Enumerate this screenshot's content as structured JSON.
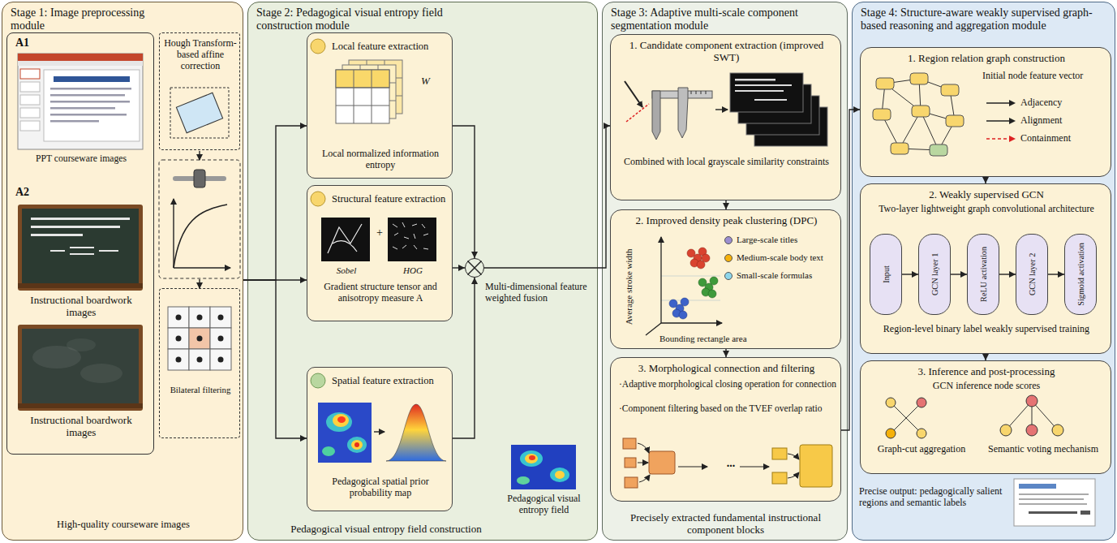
{
  "diagram": {
    "nodes": [
      {
        "text": [
          "Stage 1: Image preprocessing module",
          "High-quality courseware images"
        ]
      },
      {
        "text": [
          "A1",
          "PPT courseware images",
          "A2",
          "Instructional boardwork images",
          "Instructional boardwork images"
        ],
        "in": 0
      },
      {
        "text": [
          "Hough Transform-based affine correction"
        ],
        "in": 0
      },
      {
        "text": [
          "Bilateral filtering"
        ],
        "in": 0
      },
      {
        "text": [
          "Stage 2: Pedagogical visual entropy field construction module",
          "Pedagogical visual entropy field construction"
        ]
      },
      {
        "text": [
          "Local feature extraction",
          "W",
          "Local normalized information entropy"
        ],
        "in": 4
      },
      {
        "text": [
          "Structural feature extraction",
          "Sobel",
          "+",
          "HOG",
          "Gradient structure tensor and anisotropy measure A"
        ],
        "in": 4
      },
      {
        "text": [
          "Spatial feature extraction",
          "Pedagogical spatial prior probability map"
        ],
        "in": 4
      },
      {
        "text": [
          "Multi-dimensional feature weighted fusion"
        ],
        "in": 4
      },
      {
        "text": [
          "Stage 3: Adaptive multi-scale component segmentation module",
          "Precisely extracted fundamental instructional component blocks"
        ]
      },
      {
        "text": [
          "1. Candidate component extraction (improved SWT)",
          "Combined with local grayscale similarity constraints"
        ],
        "in": 9
      },
      {
        "text": [
          "2. Improved density peak clustering (DPC)",
          "Average stroke width",
          "Bounding rectangle area"
        ],
        "in": 9
      },
      {
        "text": [
          "3. Morphological connection and filtering",
          "·Adaptive morphological closing operation for connection",
          "·Component filtering based on the TVEF overlap ratio",
          "..."
        ],
        "in": 9
      },
      {
        "text": [
          "Stage 4: Structure-aware weakly supervised graph-based reasoning and aggregation module",
          "Precise output: pedagogically salient regions and semantic labels"
        ]
      },
      {
        "text": [
          "1. Region relation graph construction",
          "Initial node feature vector"
        ],
        "in": 13
      },
      {
        "text": [
          "2. Weakly supervised GCN",
          "Two-layer lightweight graph convolutional architecture",
          "Region-level binary label weakly supervised training"
        ],
        "in": 13
      },
      {
        "text": [
          "Input"
        ],
        "in": 15
      },
      {
        "text": [
          "GCN layer 1"
        ],
        "in": 15
      },
      {
        "text": [
          "ReLU activation"
        ],
        "in": 15
      },
      {
        "text": [
          "GCN layer 2"
        ],
        "in": 15
      },
      {
        "text": [
          "Sigmoid activation"
        ],
        "in": 15
      },
      {
        "text": [
          "3. Inference and post-processing",
          "GCN inference node scores",
          "Graph-cut aggregation",
          "Semantic voting mechanism"
        ],
        "in": 13
      }
    ],
    "edges": [
      {
        "from": 0,
        "to": 5,
        "arrow": "to"
      },
      {
        "from": 0,
        "to": 6,
        "arrow": "to"
      },
      {
        "from": 0,
        "to": 7,
        "arrow": "to"
      },
      {
        "from": 5,
        "to": 8,
        "arrow": "to"
      },
      {
        "from": 6,
        "to": 8,
        "arrow": "to"
      },
      {
        "from": 7,
        "to": 8,
        "arrow": "to"
      },
      {
        "from": 8,
        "to": 10,
        "arrow": "to"
      },
      {
        "from": 10,
        "to": 11,
        "arrow": "to"
      },
      {
        "from": 11,
        "to": 12,
        "arrow": "to"
      },
      {
        "from": 12,
        "to": 14,
        "arrow": "to"
      },
      {
        "from": 14,
        "to": 15,
        "arrow": "to"
      },
      {
        "from": 15,
        "to": 21,
        "arrow": "to"
      },
      {
        "from": 16,
        "to": 17,
        "arrow": "to"
      },
      {
        "from": 17,
        "to": 18,
        "arrow": "to"
      },
      {
        "from": 18,
        "to": 19,
        "arrow": "to"
      },
      {
        "from": 19,
        "to": 20,
        "arrow": "to"
      }
    ],
    "labels": [
      "Pedagogical visual entropy field"
    ],
    "legend": [
      {
        "text": "Large-scale titles",
        "color": "#9b8ecf"
      },
      {
        "text": "Medium-scale body text",
        "color": "#f5b10a"
      },
      {
        "text": "Small-scale formulas",
        "color": "#8ed6ea"
      },
      {
        "text": "Adjacency"
      },
      {
        "text": "Alignment"
      },
      {
        "text": "Containment"
      }
    ]
  }
}
